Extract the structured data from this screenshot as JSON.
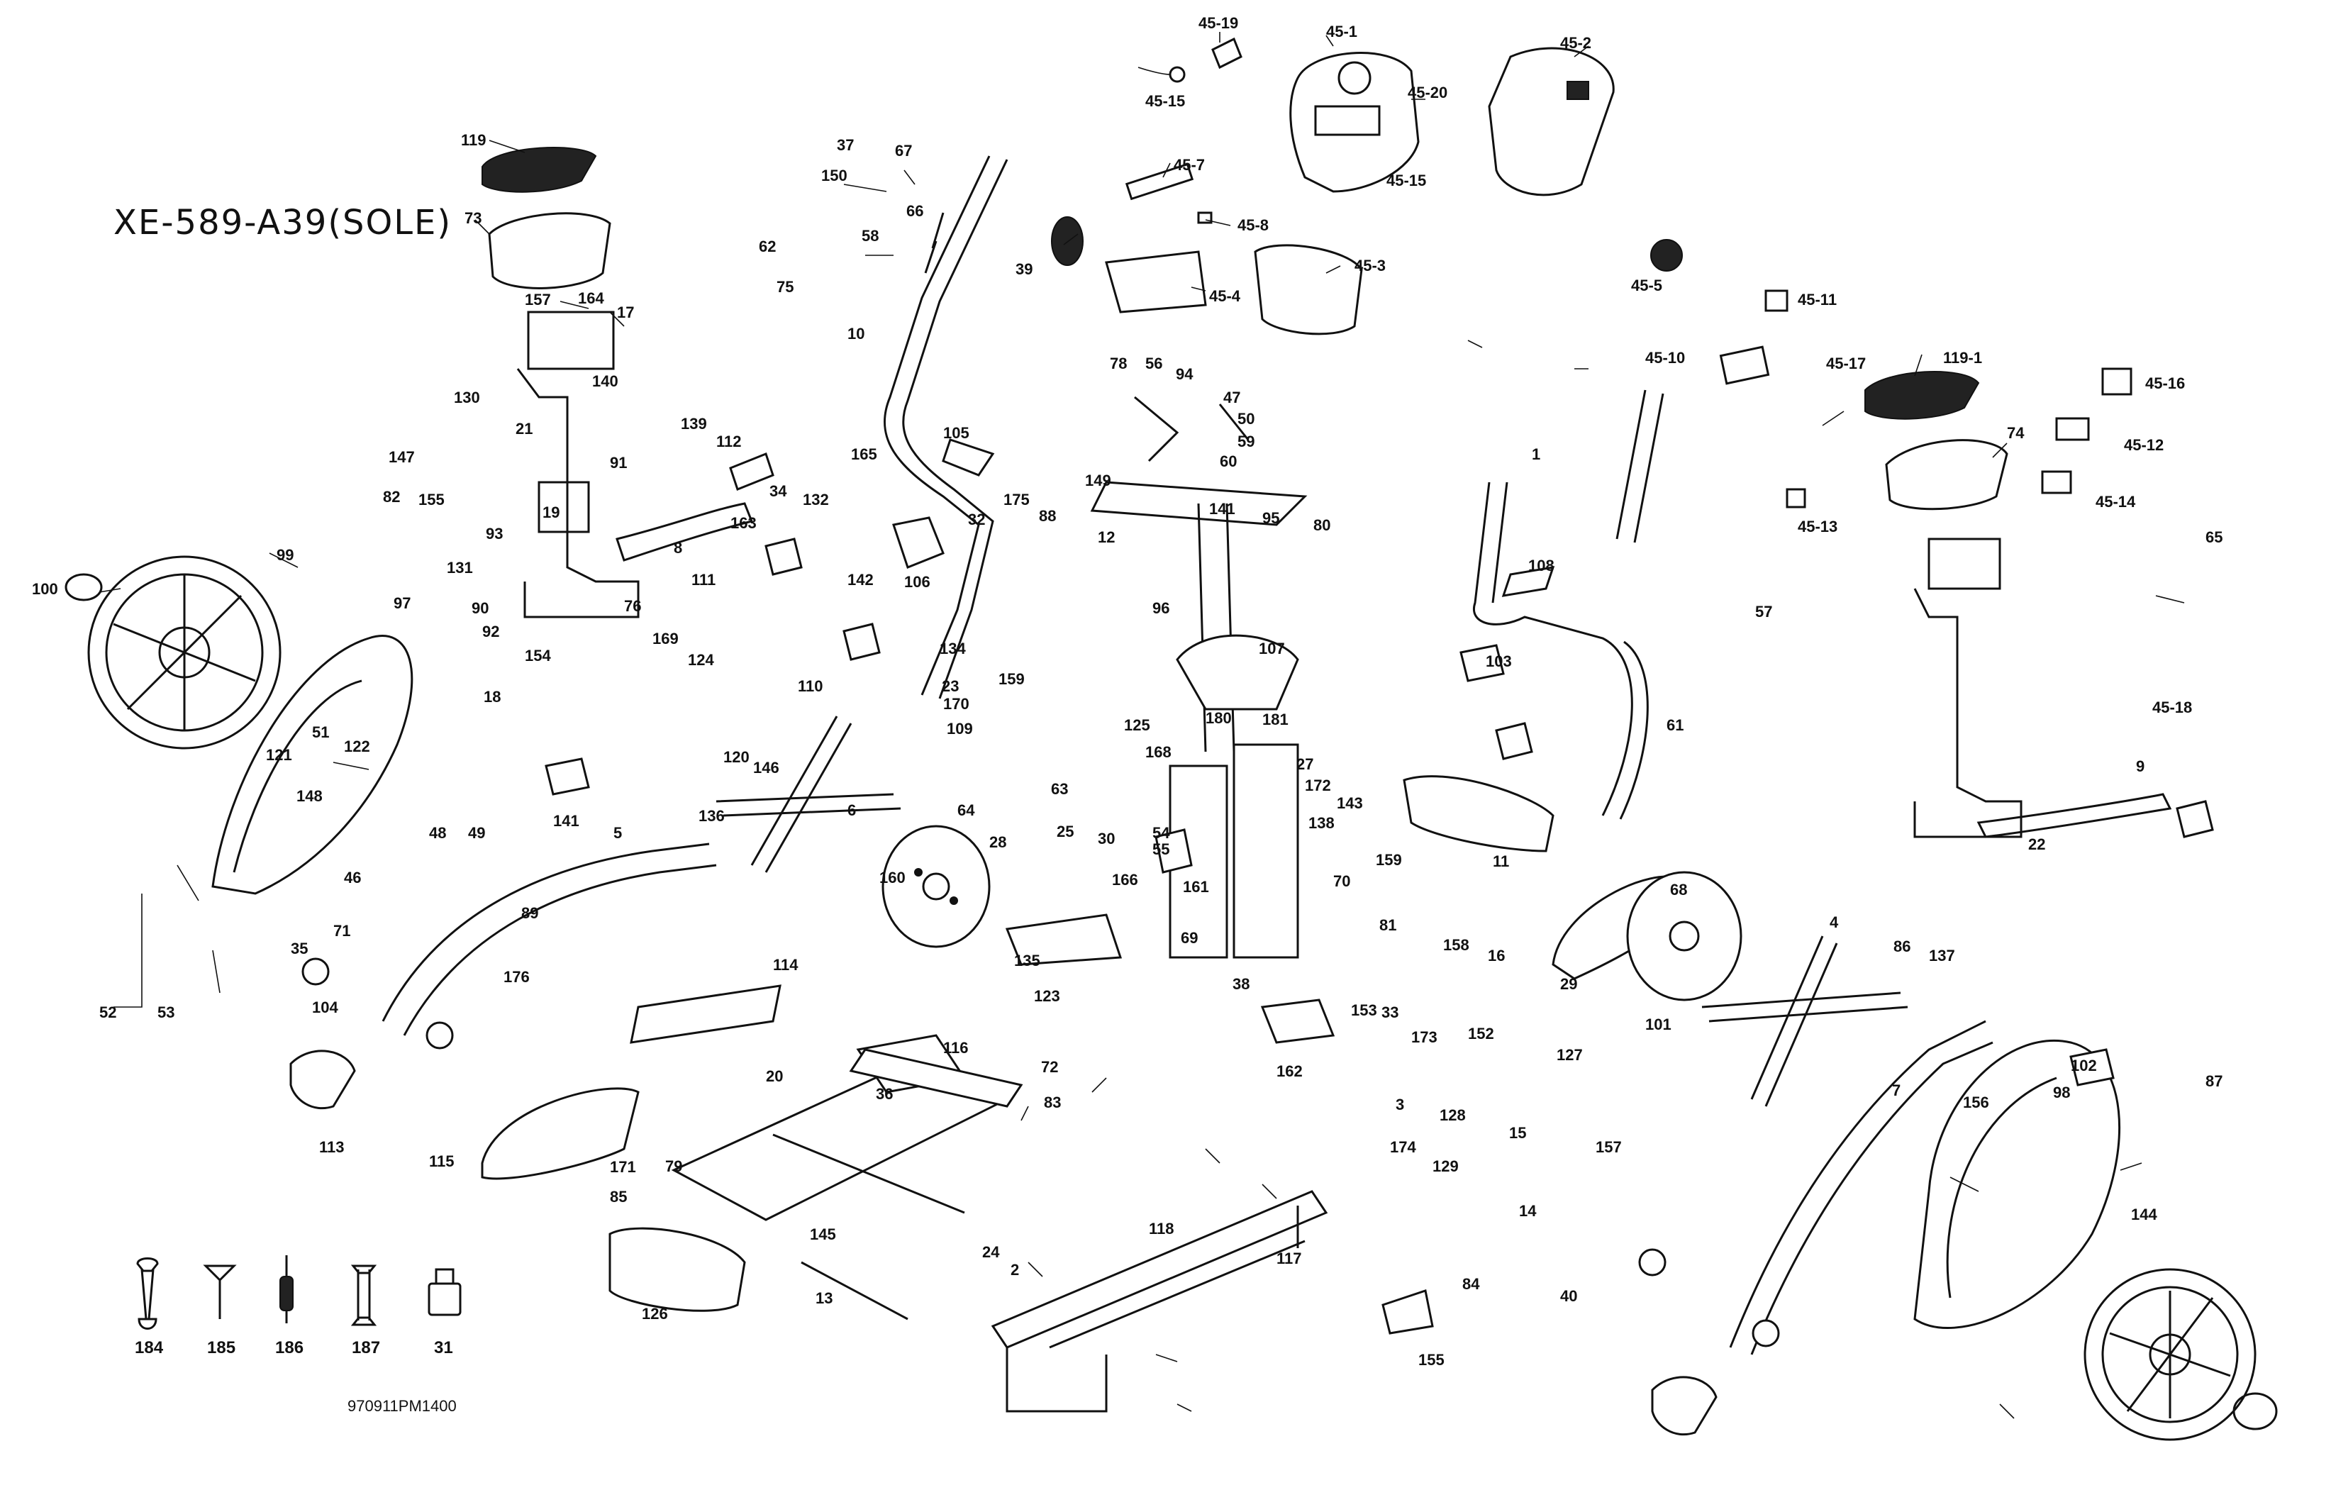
{
  "diagram": {
    "title": "XE-589-A39(SOLE)",
    "drawing_code": "970911PM1400"
  },
  "tools": [
    {
      "icon": "wrench-icon",
      "label": "184"
    },
    {
      "icon": "allen-key-icon",
      "label": "185"
    },
    {
      "icon": "screwdriver-icon",
      "label": "186"
    },
    {
      "icon": "double-wrench-icon",
      "label": "187"
    },
    {
      "icon": "socket-icon",
      "label": "31"
    }
  ],
  "callouts": [
    "45-19",
    "45-1",
    "45-2",
    "45-15",
    "45-20",
    "45-15",
    "45-7",
    "45-8",
    "45-3",
    "45-4",
    "45-5",
    "45-11",
    "45-10",
    "45-17",
    "45-16",
    "45-12",
    "45-14",
    "45-13",
    "45-18",
    "119",
    "73",
    "119-1",
    "74",
    "65",
    "57",
    "37",
    "67",
    "150",
    "58",
    "66",
    "62",
    "75",
    "10",
    "39",
    "157",
    "164",
    "17",
    "140",
    "130",
    "21",
    "91",
    "147",
    "82",
    "19",
    "155",
    "93",
    "139",
    "112",
    "34",
    "163",
    "111",
    "142",
    "8",
    "131",
    "90",
    "92",
    "154",
    "18",
    "169",
    "124",
    "76",
    "100",
    "99",
    "97",
    "51",
    "121",
    "122",
    "148",
    "52",
    "53",
    "46",
    "48",
    "49",
    "105",
    "106",
    "175",
    "88",
    "32",
    "165",
    "132",
    "110",
    "134",
    "23",
    "170",
    "159",
    "109",
    "64",
    "63",
    "25",
    "28",
    "30",
    "160",
    "180",
    "181",
    "125",
    "168",
    "54",
    "55",
    "143",
    "172",
    "138",
    "159",
    "70",
    "158",
    "16",
    "152",
    "127",
    "153",
    "33",
    "173",
    "174",
    "128",
    "15",
    "157",
    "129",
    "14",
    "84",
    "40",
    "155",
    "78",
    "56",
    "94",
    "47",
    "50",
    "59",
    "60",
    "141",
    "149",
    "95",
    "80",
    "12",
    "96",
    "107",
    "108",
    "103",
    "11",
    "61",
    "1",
    "27",
    "29",
    "68",
    "101",
    "141",
    "87",
    "5",
    "136",
    "120",
    "146",
    "6",
    "89",
    "176",
    "35",
    "71",
    "104",
    "113",
    "114",
    "115",
    "116",
    "126",
    "171",
    "85",
    "79",
    "36",
    "20",
    "13",
    "145",
    "24",
    "2",
    "118",
    "162",
    "123",
    "72",
    "83",
    "117",
    "135",
    "166",
    "69",
    "161",
    "3",
    "38",
    "4",
    "86",
    "137",
    "7",
    "102",
    "98",
    "144",
    "9",
    "22",
    "81",
    "156"
  ]
}
